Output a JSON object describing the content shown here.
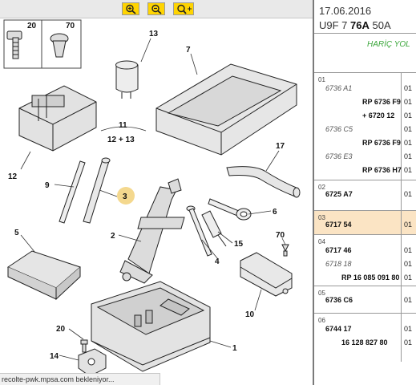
{
  "toolbar": {
    "buttons": [
      {
        "name": "zoom-in",
        "icon": "zoom-in-icon"
      },
      {
        "name": "zoom-out",
        "icon": "zoom-out-icon"
      },
      {
        "name": "zoom-fit",
        "icon": "zoom-fit-icon"
      }
    ]
  },
  "diagram": {
    "callouts": {
      "c20a": "20",
      "c70a": "70",
      "c13": "13",
      "c7": "7",
      "c11": "11",
      "c12plus13": "12 + 13",
      "c12": "12",
      "c9": "9",
      "c3": "3",
      "c17": "17",
      "c6": "6",
      "c5": "5",
      "c2": "2",
      "c15": "15",
      "c70b": "70",
      "c4": "4",
      "c10": "10",
      "c20b": "20",
      "c14": "14",
      "c1": "1"
    }
  },
  "header": {
    "date": "17.06.2016",
    "code_prefix": "U9F 7 ",
    "code_bold": "76A",
    "code_suffix": " 50A",
    "banner": "HARİÇ YOL"
  },
  "rows": [
    {
      "num": "01",
      "lines": [
        {
          "t": "6736 A1",
          "s": "i",
          "c": "01"
        },
        {
          "t": "RP 6736 F9",
          "s": "b",
          "c": "01"
        },
        {
          "t": "+ 6720 12",
          "s": "b",
          "c": "01"
        },
        {
          "t": "6736 C5",
          "s": "i",
          "c": "01"
        },
        {
          "t": "RP 6736 F9",
          "s": "b",
          "c": "01"
        },
        {
          "t": "6736 E3",
          "s": "i",
          "c": "01"
        },
        {
          "t": "RP 6736 H7",
          "s": "b",
          "c": "01"
        }
      ]
    },
    {
      "num": "02",
      "lines": [
        {
          "t": "6725 A7",
          "s": "b",
          "c": "01"
        }
      ]
    },
    {
      "num": "03",
      "highlight": true,
      "lines": [
        {
          "t": "6717 54",
          "s": "b",
          "c": "01"
        }
      ]
    },
    {
      "num": "04",
      "lines": [
        {
          "t": "6717 46",
          "s": "b",
          "c": "01"
        },
        {
          "t": "6718 18",
          "s": "i",
          "c": "01"
        },
        {
          "t": "RP 16 085 091 80",
          "s": "b",
          "c": "01"
        }
      ]
    },
    {
      "num": "05",
      "lines": [
        {
          "t": "6736 C6",
          "s": "b",
          "c": "01"
        }
      ]
    },
    {
      "num": "06",
      "lines": [
        {
          "t": "6744 17",
          "s": "b",
          "c": "01"
        },
        {
          "t": "16 128 827 80",
          "s": "b",
          "c": "01"
        }
      ]
    }
  ],
  "status": {
    "text": "recolte-pwk.mpsa.com bekleniyor..."
  }
}
